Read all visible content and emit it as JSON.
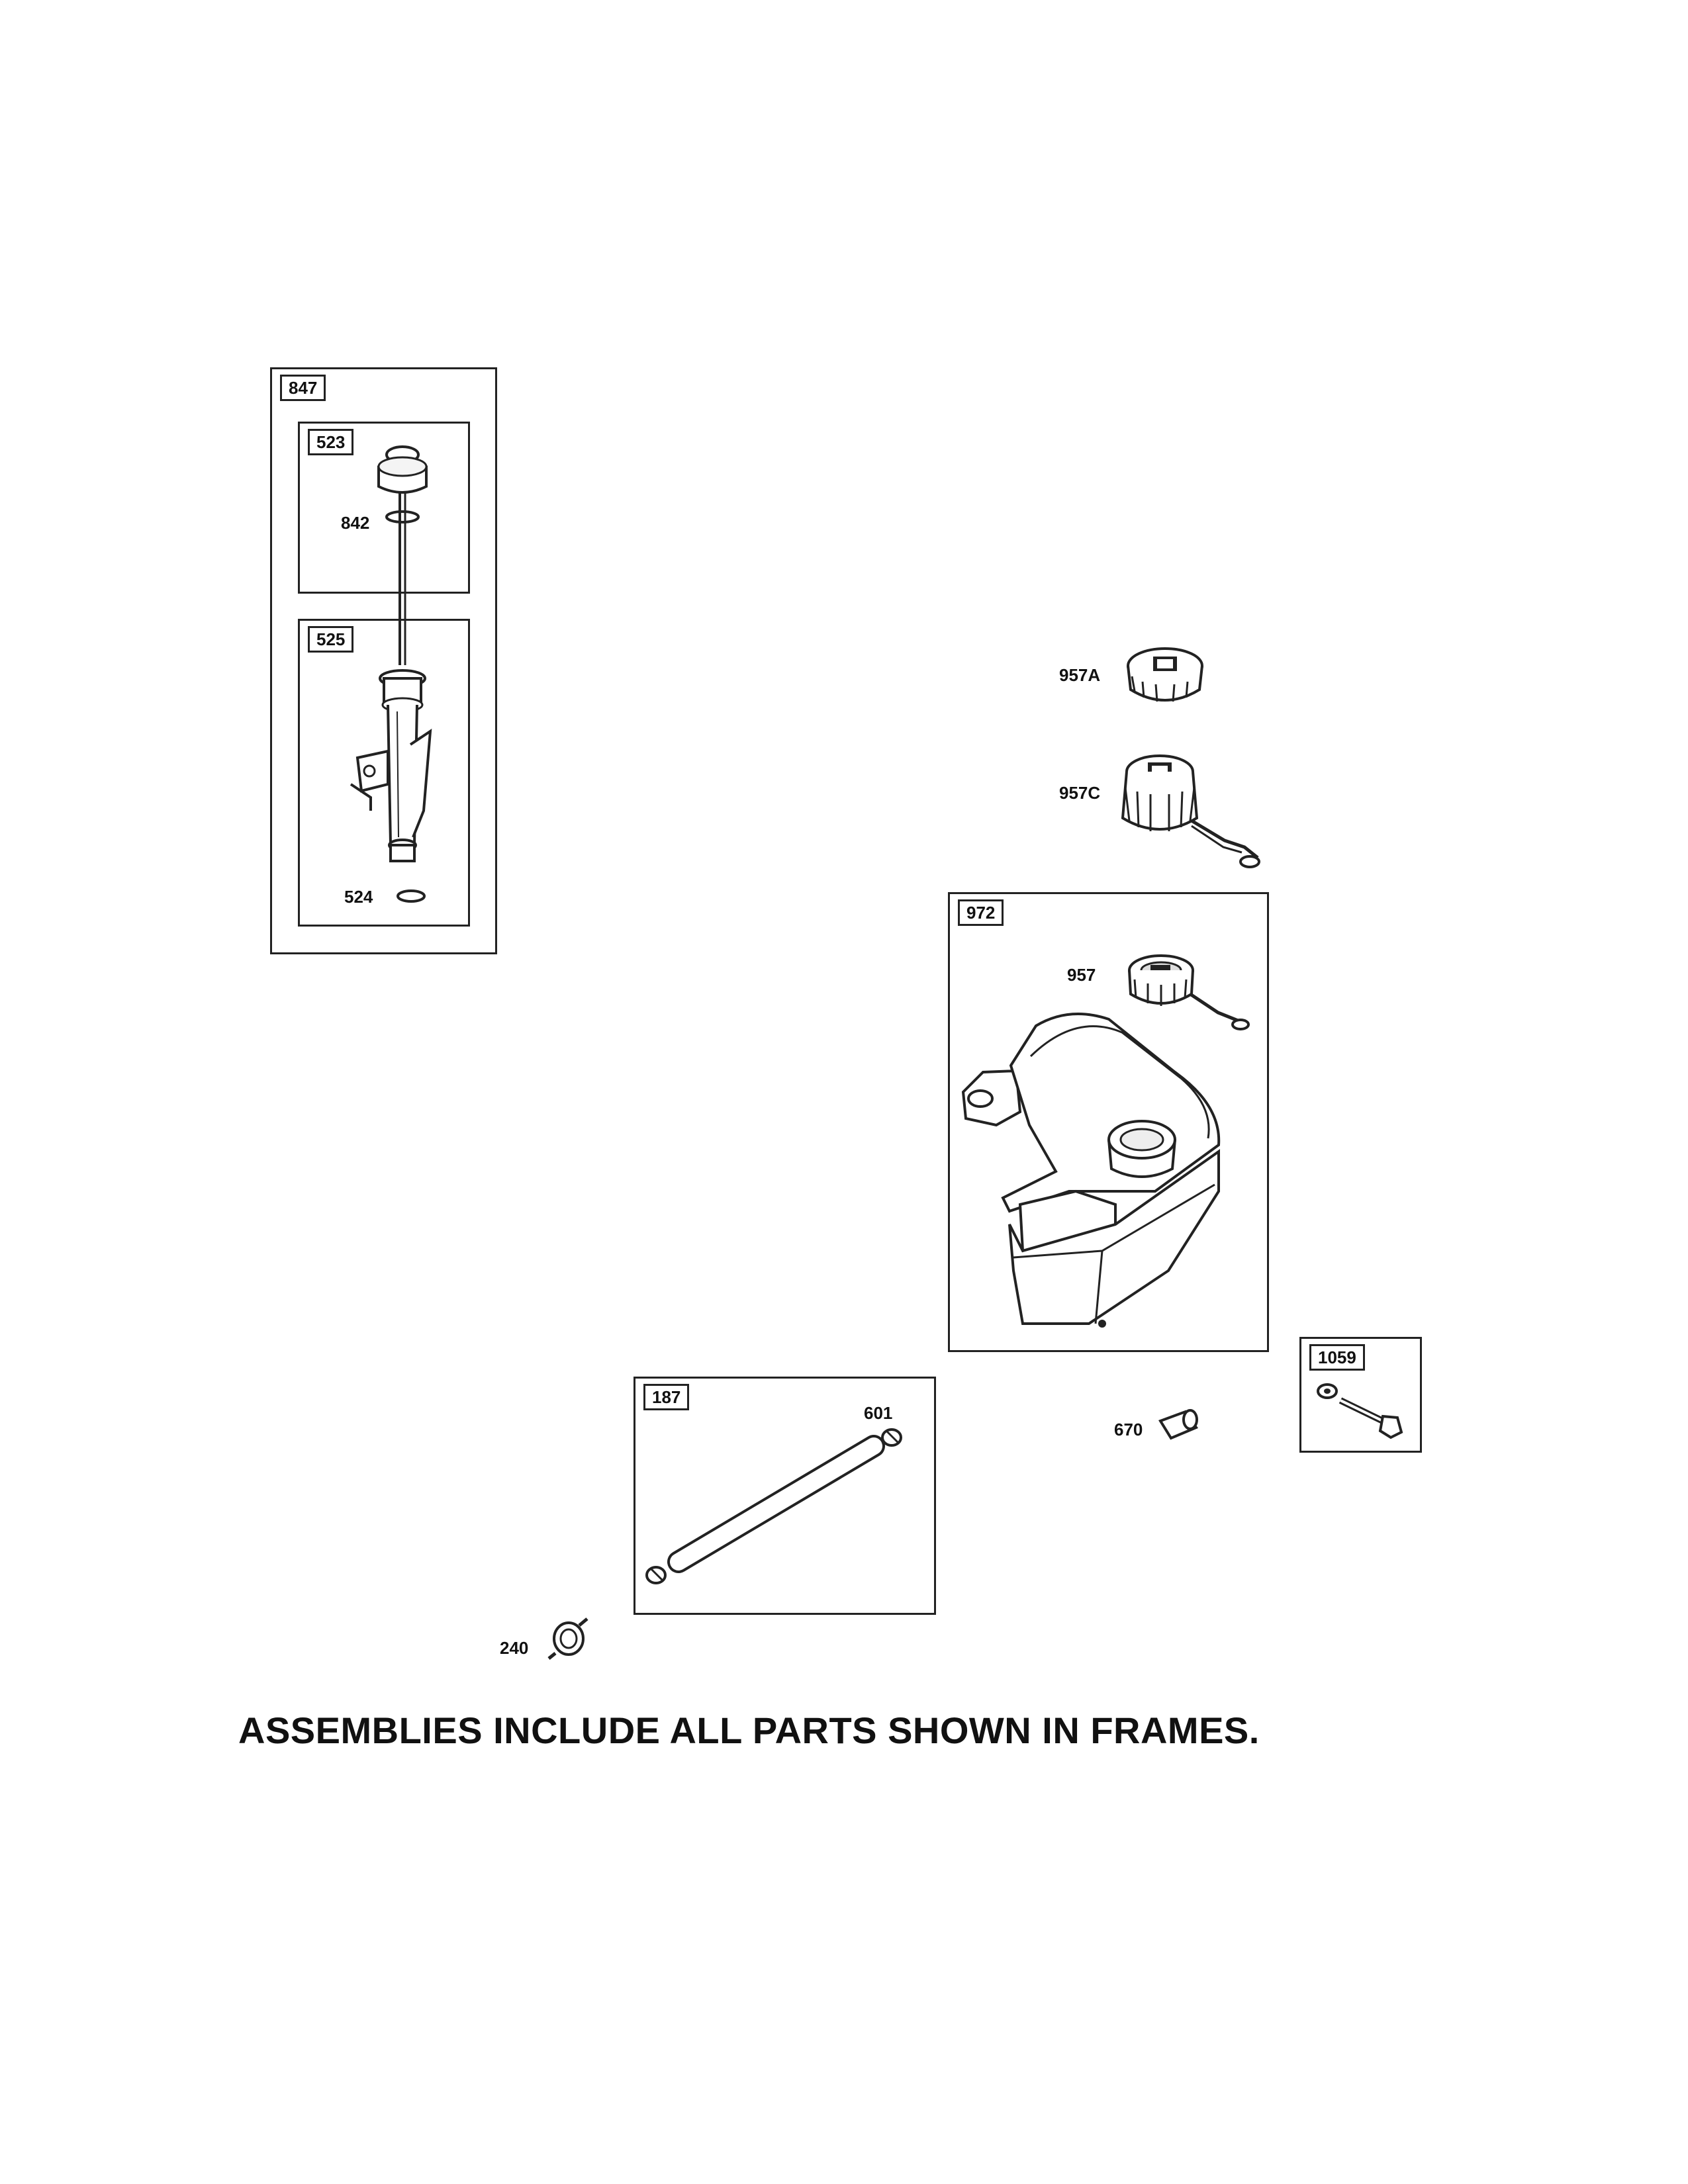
{
  "assemblies": {
    "a847": "847",
    "a523": "523",
    "a525": "525",
    "a972": "972",
    "a187": "187",
    "a1059": "1059"
  },
  "parts": {
    "p842": "842",
    "p524": "524",
    "p957A": "957A",
    "p957C": "957C",
    "p957": "957",
    "p601": "601",
    "p670": "670",
    "p240": "240"
  },
  "footer": {
    "note": "ASSEMBLIES INCLUDE ALL PARTS SHOWN IN FRAMES."
  }
}
